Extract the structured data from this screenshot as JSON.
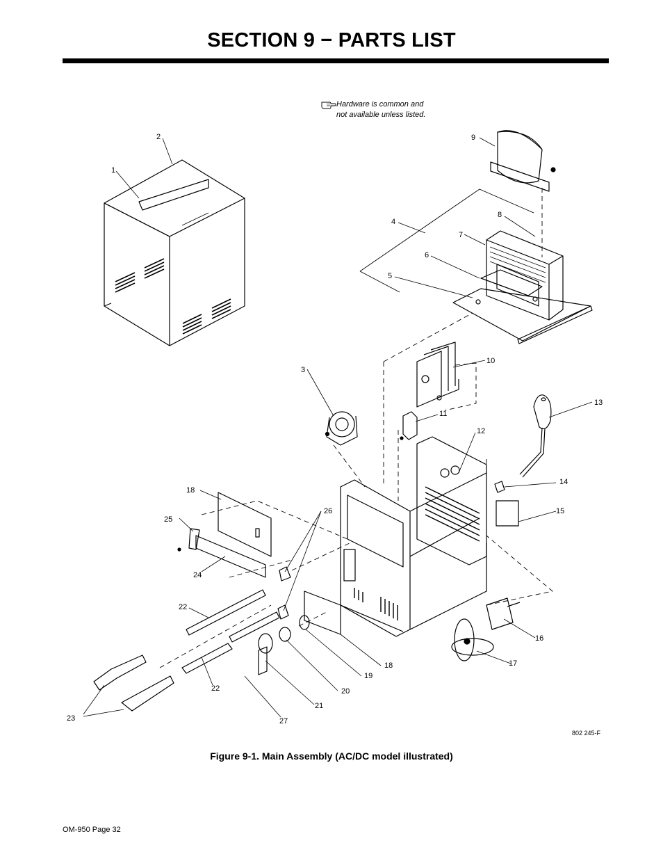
{
  "page": {
    "section_title": "SECTION 9 − PARTS LIST",
    "note": {
      "line1": "Hardware is common and",
      "line2": "not available unless listed.",
      "icon": "pointing-hand-icon"
    },
    "figure_caption": "Figure 9-1. Main Assembly (AC/DC model illustrated)",
    "drawing_number": "802 245-F",
    "footer": "OM-950 Page 32"
  },
  "callouts": [
    {
      "id": "c1",
      "label": "1"
    },
    {
      "id": "c2",
      "label": "2"
    },
    {
      "id": "c3",
      "label": "3"
    },
    {
      "id": "c4",
      "label": "4"
    },
    {
      "id": "c5",
      "label": "5"
    },
    {
      "id": "c6",
      "label": "6"
    },
    {
      "id": "c7",
      "label": "7"
    },
    {
      "id": "c8",
      "label": "8"
    },
    {
      "id": "c9",
      "label": "9"
    },
    {
      "id": "c10",
      "label": "10"
    },
    {
      "id": "c11",
      "label": "11"
    },
    {
      "id": "c12",
      "label": "12"
    },
    {
      "id": "c13",
      "label": "13"
    },
    {
      "id": "c14",
      "label": "14"
    },
    {
      "id": "c15",
      "label": "15"
    },
    {
      "id": "c16",
      "label": "16"
    },
    {
      "id": "c17",
      "label": "17"
    },
    {
      "id": "c18a",
      "label": "18"
    },
    {
      "id": "c18b",
      "label": "18"
    },
    {
      "id": "c19",
      "label": "19"
    },
    {
      "id": "c20",
      "label": "20"
    },
    {
      "id": "c21",
      "label": "21"
    },
    {
      "id": "c22a",
      "label": "22"
    },
    {
      "id": "c22b",
      "label": "22"
    },
    {
      "id": "c23",
      "label": "23"
    },
    {
      "id": "c24",
      "label": "24"
    },
    {
      "id": "c25",
      "label": "25"
    },
    {
      "id": "c26",
      "label": "26"
    },
    {
      "id": "c27",
      "label": "27"
    }
  ]
}
